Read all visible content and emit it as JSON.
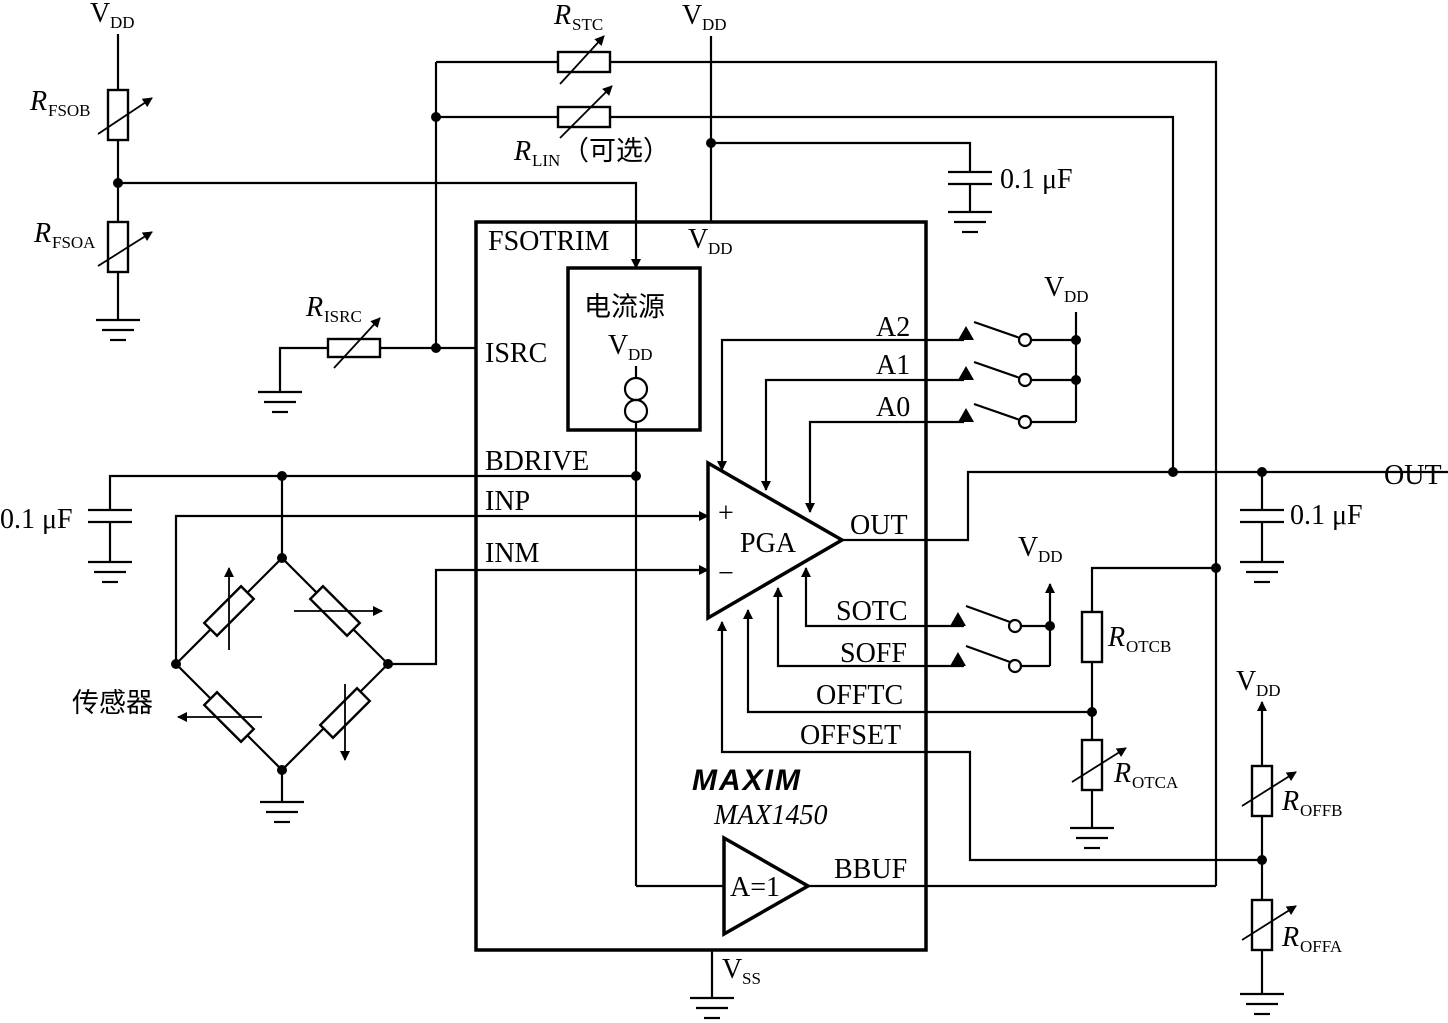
{
  "labels": {
    "vdd": "V",
    "vdd_sub": "DD",
    "vss": "V",
    "vss_sub": "SS",
    "r": "R",
    "r_fsob_sub": "FSOB",
    "r_fsoa_sub": "FSOA",
    "r_stc_sub": "STC",
    "r_lin_sub": "LIN",
    "r_lin_note": "（可选）",
    "r_isrc_sub": "ISRC",
    "r_otcb_sub": "OTCB",
    "r_otca_sub": "OTCA",
    "r_offb_sub": "OFFB",
    "r_offa_sub": "OFFA",
    "cap_value": "0.1 μF",
    "sensor": "传感器",
    "out": "OUT"
  },
  "chip": {
    "name": "MAX1450",
    "logo": "MAXIM",
    "current_source": "电流源",
    "pga": "PGA",
    "buffer": "A=1",
    "plus": "+",
    "minus": "−",
    "pins": {
      "fsotrim": "FSOTRIM",
      "isrc": "ISRC",
      "bdrive": "BDRIVE",
      "inp": "INP",
      "inm": "INM",
      "a2": "A2",
      "a1": "A1",
      "a0": "A0",
      "out": "OUT",
      "sotc": "SOTC",
      "soff": "SOFF",
      "offtc": "OFFTC",
      "offset": "OFFSET",
      "bbuf": "BBUF"
    }
  }
}
